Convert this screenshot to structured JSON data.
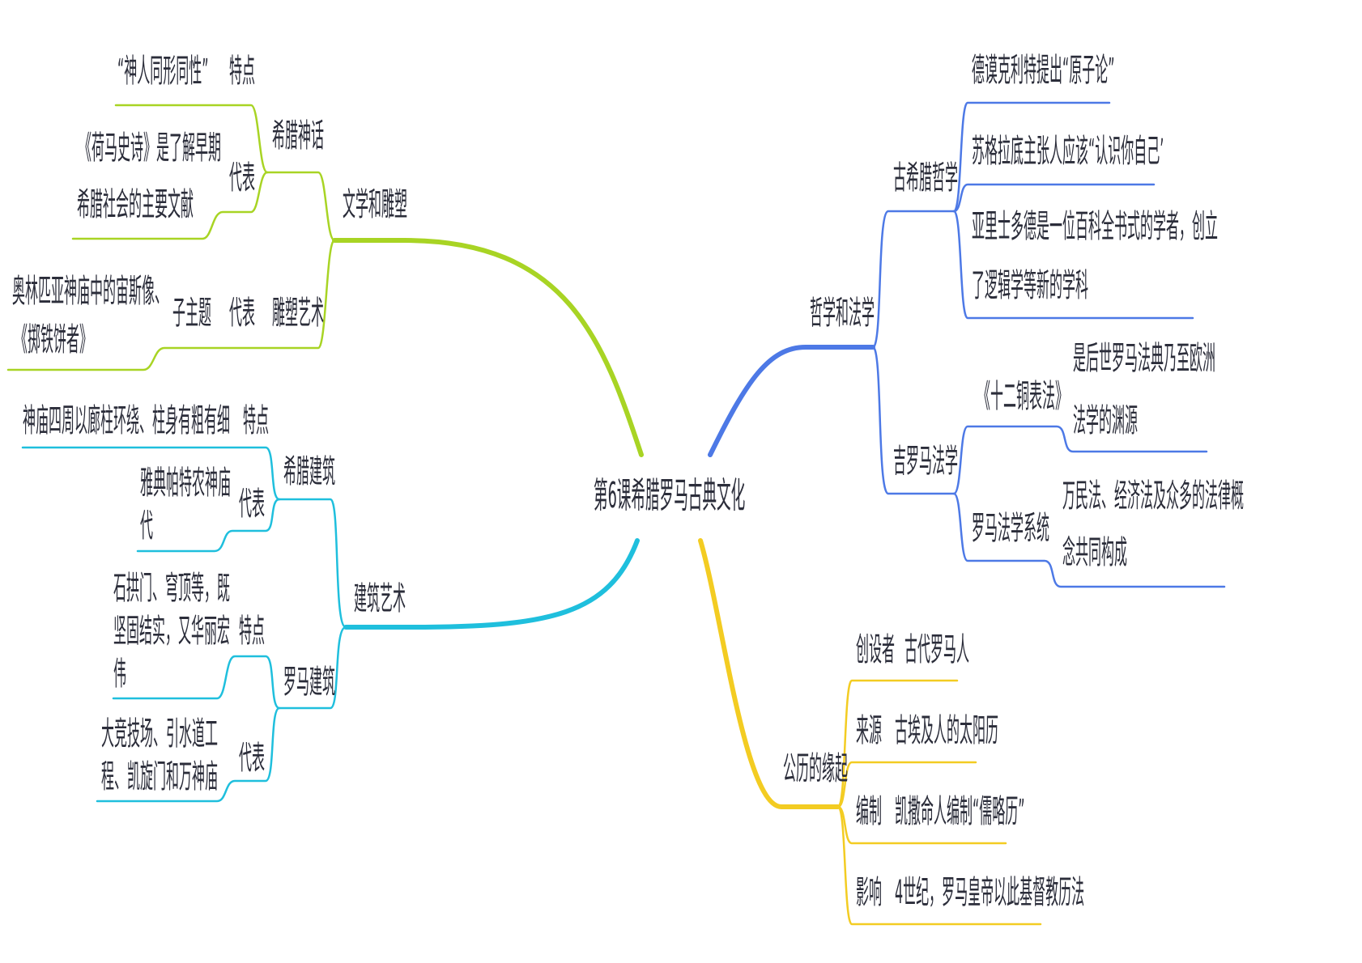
{
  "root": {
    "title": "第6课希腊罗马古典文化"
  },
  "colors": {
    "literature": "#a8d424",
    "architecture": "#1fbfdd",
    "philosophy": "#4d79e6",
    "calendar": "#f3cc22",
    "text": "#2b2d3a"
  },
  "literature": {
    "label": "文学和雕塑",
    "myth": {
      "label": "希腊神话",
      "feature_label": "特点",
      "feature": "“神人同形同性”",
      "rep_label": "代表",
      "rep_lines": [
        "《荷马史诗》是了解早期",
        "希腊社会的主要文献"
      ]
    },
    "sculpture": {
      "label": "雕塑艺术",
      "rep_label": "代表",
      "sub_label": "子主题",
      "rep_lines": [
        "奥林匹亚神庙中的宙斯像、",
        "《掷铁饼者》"
      ]
    }
  },
  "architecture": {
    "label": "建筑艺术",
    "greek": {
      "label": "希腊建筑",
      "feature_label": "特点",
      "feature": "神庙四周以廊柱环绕、柱身有粗有细",
      "rep_label": "代表",
      "rep_lines": [
        "雅典帕特农神庙",
        "代"
      ]
    },
    "roman": {
      "label": "罗马建筑",
      "feature_label": "特点",
      "feature_lines": [
        "石拱门、穹顶等，既",
        "坚固结实，又华丽宏",
        "伟"
      ],
      "rep_label": "代表",
      "rep_lines": [
        "大竞技场、引水道工",
        "程、凯旋门和万神庙"
      ]
    }
  },
  "philosophy": {
    "label": "哲学和法学",
    "greek": {
      "label": "古希腊哲学",
      "items": [
        "德谟克利特提出“原子论”",
        "苏格拉底主张人应该“认识你自己’"
      ],
      "aristotle_lines": [
        "亚里士多德是一位百科全书式的学者，创立",
        "了逻辑学等新的学科"
      ]
    },
    "roman_law": {
      "label": "吉罗马法学",
      "twelve": {
        "label": "《十二铜表法》",
        "desc_lines": [
          "是后世罗马法典乃至欧洲",
          "法学的渊源"
        ]
      },
      "system": {
        "label": "罗马法学系统",
        "desc_lines": [
          "万民法、经济法及众多的法律概",
          "念共同构成"
        ]
      }
    }
  },
  "calendar": {
    "label": "公历的缘起",
    "items": [
      {
        "key": "创设者",
        "value": "古代罗马人"
      },
      {
        "key": "来源",
        "value": "古埃及人的太阳历"
      },
      {
        "key": "编制",
        "value": "凯撒命人编制“儒略历”"
      },
      {
        "key": "影响",
        "value": "4世纪，罗马皇帝以此基督教历法"
      }
    ]
  }
}
